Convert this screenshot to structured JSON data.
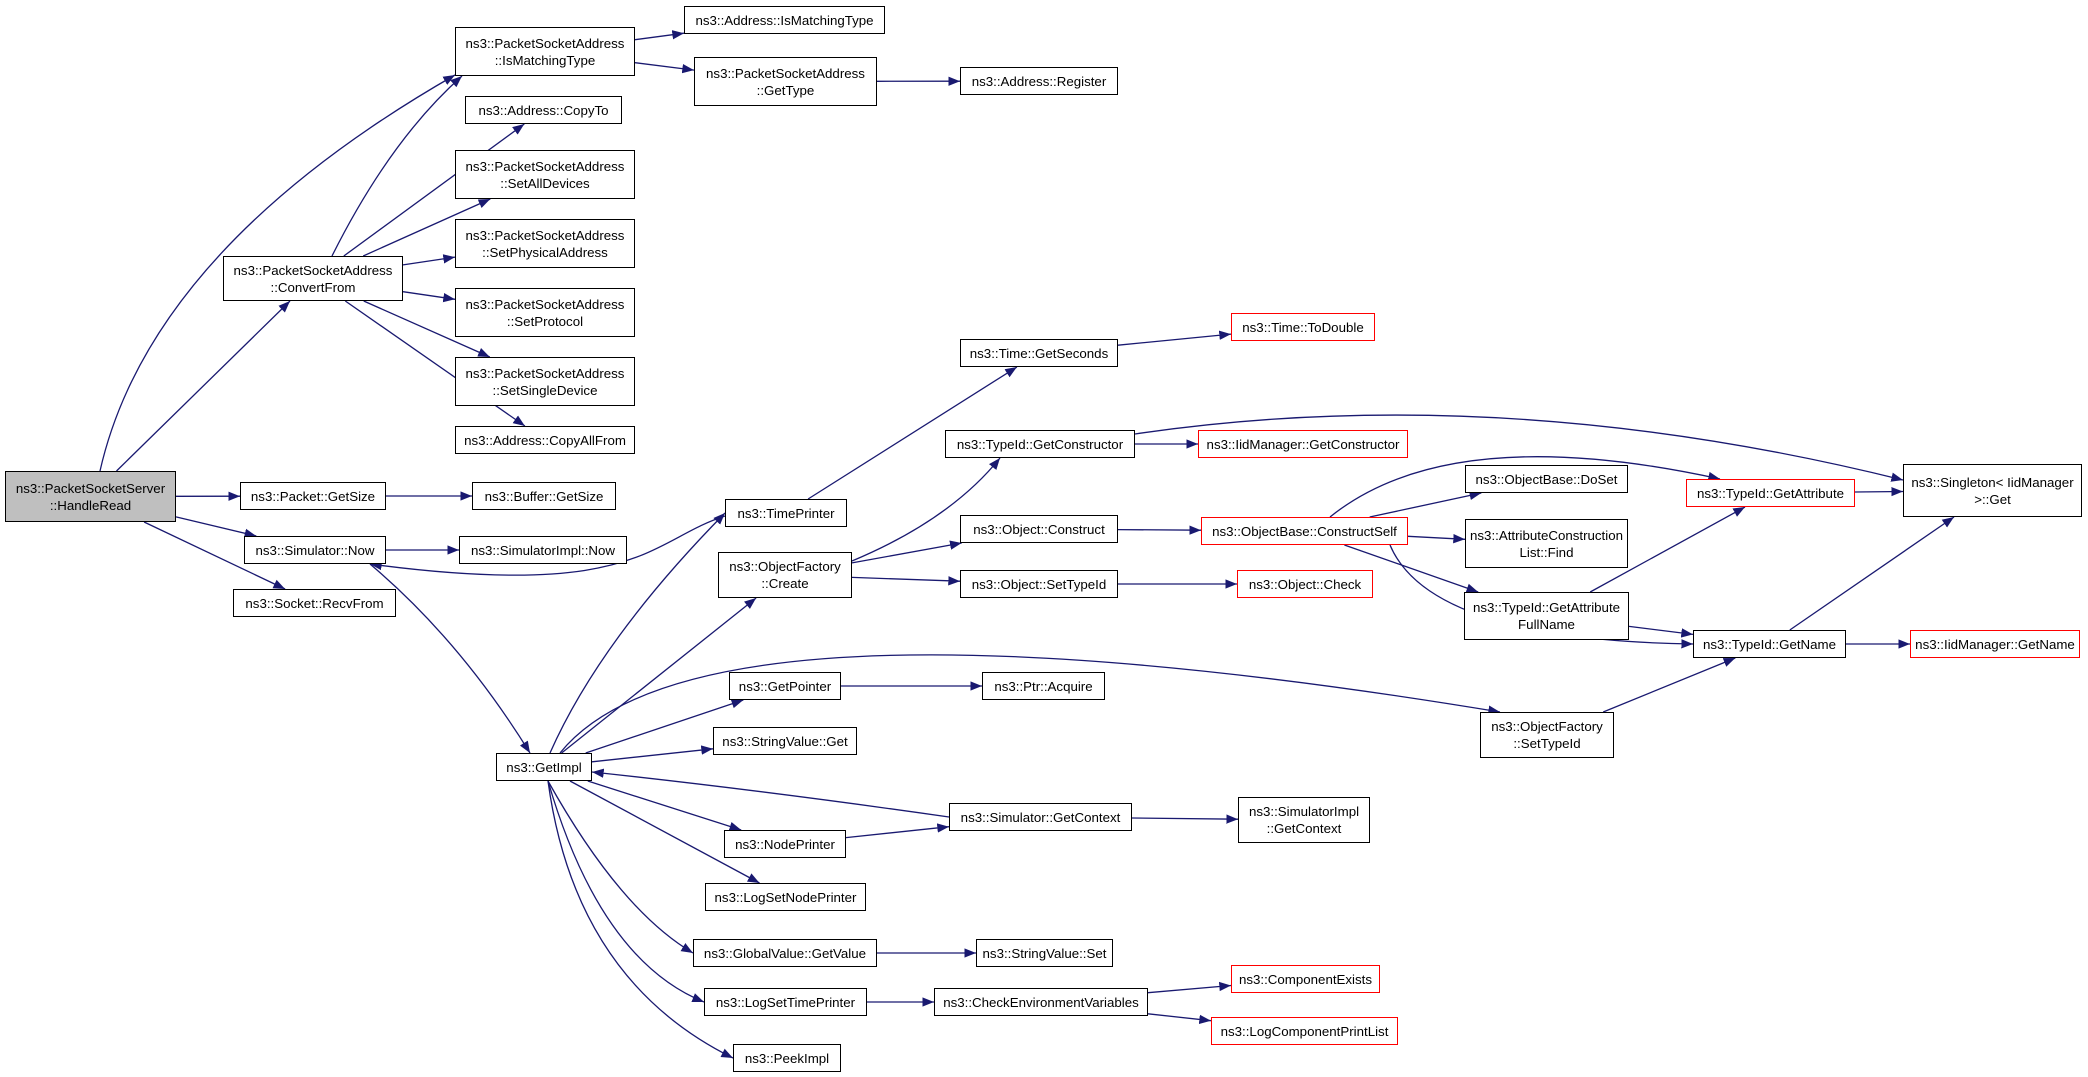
{
  "colors": {
    "edge": "#191970",
    "border": "#000000",
    "truncated_border": "#ff0000",
    "root_fill": "#bfbfbf"
  },
  "nodes": [
    {
      "id": "root",
      "lines": [
        "ns3::PacketSocketServer",
        "::HandleRead"
      ],
      "style": "root"
    },
    {
      "id": "psa_match",
      "lines": [
        "ns3::PacketSocketAddress",
        "::IsMatchingType"
      ]
    },
    {
      "id": "addr_match",
      "lines": [
        "ns3::Address::IsMatchingType"
      ]
    },
    {
      "id": "psa_gettype",
      "lines": [
        "ns3::PacketSocketAddress",
        "::GetType"
      ]
    },
    {
      "id": "addr_reg",
      "lines": [
        "ns3::Address::Register"
      ]
    },
    {
      "id": "addr_copyto",
      "lines": [
        "ns3::Address::CopyTo"
      ]
    },
    {
      "id": "psa_setall",
      "lines": [
        "ns3::PacketSocketAddress",
        "::SetAllDevices"
      ]
    },
    {
      "id": "psa_conv",
      "lines": [
        "ns3::PacketSocketAddress",
        "::ConvertFrom"
      ]
    },
    {
      "id": "psa_setphys",
      "lines": [
        "ns3::PacketSocketAddress",
        "::SetPhysicalAddress"
      ]
    },
    {
      "id": "psa_setproto",
      "lines": [
        "ns3::PacketSocketAddress",
        "::SetProtocol"
      ]
    },
    {
      "id": "psa_setsingle",
      "lines": [
        "ns3::PacketSocketAddress",
        "::SetSingleDevice"
      ]
    },
    {
      "id": "addr_copyall",
      "lines": [
        "ns3::Address::CopyAllFrom"
      ]
    },
    {
      "id": "pkt_getsize",
      "lines": [
        "ns3::Packet::GetSize"
      ]
    },
    {
      "id": "buf_getsize",
      "lines": [
        "ns3::Buffer::GetSize"
      ]
    },
    {
      "id": "sim_now",
      "lines": [
        "ns3::Simulator::Now"
      ]
    },
    {
      "id": "simimpl_now",
      "lines": [
        "ns3::SimulatorImpl::Now"
      ]
    },
    {
      "id": "sock_recv",
      "lines": [
        "ns3::Socket::RecvFrom"
      ]
    },
    {
      "id": "getimpl",
      "lines": [
        "ns3::GetImpl"
      ]
    },
    {
      "id": "timeprinter",
      "lines": [
        "ns3::TimePrinter"
      ]
    },
    {
      "id": "time_getsec",
      "lines": [
        "ns3::Time::GetSeconds"
      ]
    },
    {
      "id": "time_todbl",
      "lines": [
        "ns3::Time::ToDouble"
      ],
      "style": "truncated"
    },
    {
      "id": "tid_getctor",
      "lines": [
        "ns3::TypeId::GetConstructor"
      ]
    },
    {
      "id": "iid_getctor",
      "lines": [
        "ns3::IidManager::GetConstructor"
      ],
      "style": "truncated"
    },
    {
      "id": "singleton",
      "lines": [
        "ns3::Singleton< IidManager",
        " >::Get"
      ]
    },
    {
      "id": "of_create",
      "lines": [
        "ns3::ObjectFactory",
        "::Create"
      ]
    },
    {
      "id": "obj_construct",
      "lines": [
        "ns3::Object::Construct"
      ]
    },
    {
      "id": "ob_cself",
      "lines": [
        "ns3::ObjectBase::ConstructSelf"
      ],
      "style": "truncated"
    },
    {
      "id": "ob_doset",
      "lines": [
        "ns3::ObjectBase::DoSet"
      ]
    },
    {
      "id": "acl_find",
      "lines": [
        "ns3::AttributeConstruction",
        "List::Find"
      ]
    },
    {
      "id": "tid_getattr",
      "lines": [
        "ns3::TypeId::GetAttribute"
      ],
      "style": "truncated"
    },
    {
      "id": "obj_settid",
      "lines": [
        "ns3::Object::SetTypeId"
      ]
    },
    {
      "id": "obj_check",
      "lines": [
        "ns3::Object::Check"
      ],
      "style": "truncated"
    },
    {
      "id": "tid_getattrfn",
      "lines": [
        "ns3::TypeId::GetAttribute",
        "FullName"
      ]
    },
    {
      "id": "tid_getname",
      "lines": [
        "ns3::TypeId::GetName"
      ]
    },
    {
      "id": "iid_getname",
      "lines": [
        "ns3::IidManager::GetName"
      ],
      "style": "truncated"
    },
    {
      "id": "getpointer",
      "lines": [
        "ns3::GetPointer"
      ]
    },
    {
      "id": "ptr_acquire",
      "lines": [
        "ns3::Ptr::Acquire"
      ]
    },
    {
      "id": "of_settid",
      "lines": [
        "ns3::ObjectFactory",
        "::SetTypeId"
      ]
    },
    {
      "id": "sv_get",
      "lines": [
        "ns3::StringValue::Get"
      ]
    },
    {
      "id": "sim_getctx",
      "lines": [
        "ns3::Simulator::GetContext"
      ]
    },
    {
      "id": "simimpl_getctx",
      "lines": [
        "ns3::SimulatorImpl",
        "::GetContext"
      ]
    },
    {
      "id": "nodeprinter",
      "lines": [
        "ns3::NodePrinter"
      ]
    },
    {
      "id": "logsetnp",
      "lines": [
        "ns3::LogSetNodePrinter"
      ]
    },
    {
      "id": "gv_getvalue",
      "lines": [
        "ns3::GlobalValue::GetValue"
      ]
    },
    {
      "id": "sv_set",
      "lines": [
        "ns3::StringValue::Set"
      ]
    },
    {
      "id": "logsettp",
      "lines": [
        "ns3::LogSetTimePrinter"
      ]
    },
    {
      "id": "checkenv",
      "lines": [
        "ns3::CheckEnvironmentVariables"
      ]
    },
    {
      "id": "compexists",
      "lines": [
        "ns3::ComponentExists"
      ],
      "style": "truncated"
    },
    {
      "id": "logcpl",
      "lines": [
        "ns3::LogComponentPrintList"
      ],
      "style": "truncated"
    },
    {
      "id": "peekimpl",
      "lines": [
        "ns3::PeekImpl"
      ]
    }
  ],
  "edges": [
    [
      "root",
      "psa_match"
    ],
    [
      "root",
      "psa_conv"
    ],
    [
      "root",
      "pkt_getsize"
    ],
    [
      "root",
      "sim_now"
    ],
    [
      "root",
      "sock_recv"
    ],
    [
      "psa_match",
      "addr_match"
    ],
    [
      "psa_match",
      "psa_gettype"
    ],
    [
      "psa_gettype",
      "addr_reg"
    ],
    [
      "psa_conv",
      "psa_match"
    ],
    [
      "psa_conv",
      "addr_copyto"
    ],
    [
      "psa_conv",
      "psa_setall"
    ],
    [
      "psa_conv",
      "psa_setphys"
    ],
    [
      "psa_conv",
      "psa_setproto"
    ],
    [
      "psa_conv",
      "psa_setsingle"
    ],
    [
      "psa_conv",
      "addr_copyall"
    ],
    [
      "pkt_getsize",
      "buf_getsize"
    ],
    [
      "sim_now",
      "simimpl_now"
    ],
    [
      "sim_now",
      "getimpl"
    ],
    [
      "timeprinter",
      "sim_now"
    ],
    [
      "getimpl",
      "timeprinter"
    ],
    [
      "getimpl",
      "of_create"
    ],
    [
      "getimpl",
      "of_settid"
    ],
    [
      "getimpl",
      "getpointer"
    ],
    [
      "getimpl",
      "sv_get"
    ],
    [
      "getimpl",
      "nodeprinter"
    ],
    [
      "getimpl",
      "logsetnp"
    ],
    [
      "getimpl",
      "gv_getvalue"
    ],
    [
      "getimpl",
      "logsettp"
    ],
    [
      "getimpl",
      "peekimpl"
    ],
    [
      "sim_getctx",
      "getimpl"
    ],
    [
      "timeprinter",
      "time_getsec"
    ],
    [
      "time_getsec",
      "time_todbl"
    ],
    [
      "of_create",
      "tid_getctor"
    ],
    [
      "of_create",
      "obj_construct"
    ],
    [
      "of_create",
      "obj_settid"
    ],
    [
      "tid_getctor",
      "iid_getctor"
    ],
    [
      "tid_getctor",
      "singleton"
    ],
    [
      "obj_construct",
      "ob_cself"
    ],
    [
      "ob_cself",
      "ob_doset"
    ],
    [
      "ob_cself",
      "acl_find"
    ],
    [
      "ob_cself",
      "tid_getattr"
    ],
    [
      "ob_cself",
      "tid_getattrfn"
    ],
    [
      "ob_cself",
      "tid_getname"
    ],
    [
      "obj_settid",
      "obj_check"
    ],
    [
      "tid_getattr",
      "singleton"
    ],
    [
      "tid_getattrfn",
      "tid_getattr"
    ],
    [
      "tid_getattrfn",
      "tid_getname"
    ],
    [
      "tid_getname",
      "iid_getname"
    ],
    [
      "tid_getname",
      "singleton"
    ],
    [
      "getpointer",
      "ptr_acquire"
    ],
    [
      "of_settid",
      "tid_getname"
    ],
    [
      "sim_getctx",
      "simimpl_getctx"
    ],
    [
      "nodeprinter",
      "sim_getctx"
    ],
    [
      "gv_getvalue",
      "sv_set"
    ],
    [
      "logsettp",
      "checkenv"
    ],
    [
      "checkenv",
      "compexists"
    ],
    [
      "checkenv",
      "logcpl"
    ]
  ]
}
